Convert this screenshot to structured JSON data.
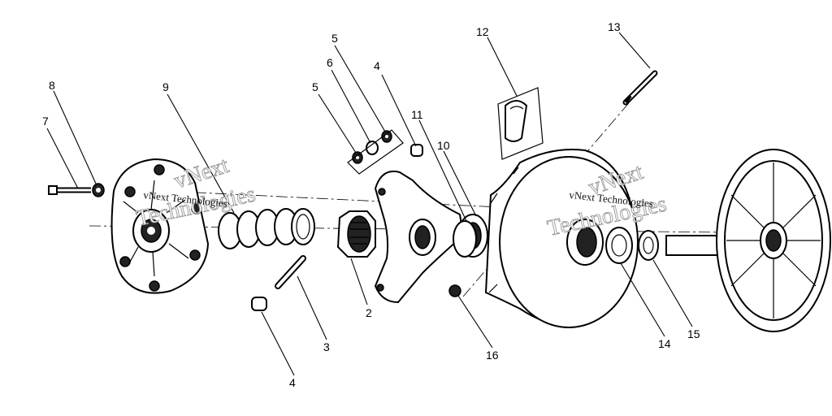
{
  "callouts": [
    {
      "label": "2"
    },
    {
      "label": "3"
    },
    {
      "label": "4"
    },
    {
      "label": "4"
    },
    {
      "label": "5"
    },
    {
      "label": "5"
    },
    {
      "label": "6"
    },
    {
      "label": "7"
    },
    {
      "label": "8"
    },
    {
      "label": "9"
    },
    {
      "label": "10"
    },
    {
      "label": "11"
    },
    {
      "label": "12"
    },
    {
      "label": "13"
    },
    {
      "label": "14"
    },
    {
      "label": "15"
    },
    {
      "label": "16"
    }
  ],
  "watermarks": {
    "outline_1": "vNext",
    "outline_2": "Technologies",
    "plain": "vNext Technologies"
  }
}
